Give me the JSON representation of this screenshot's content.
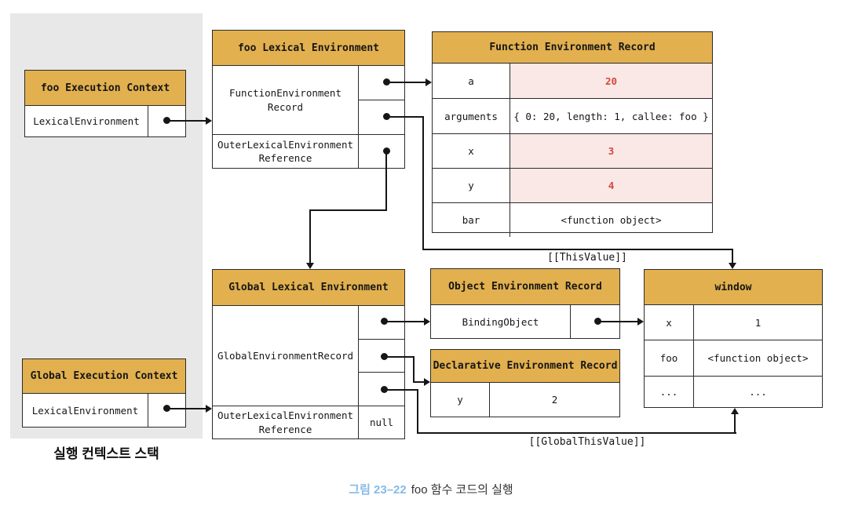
{
  "colors": {
    "gold": "#e2b04e",
    "pink": "#f9e8e5",
    "red": "#d6453c",
    "panel": "#e9e8e8",
    "blue": "#85bbe8",
    "ink": "#2b2b2b",
    "line": "#161616"
  },
  "stack": {
    "label": "실행 컨텍스트 스택"
  },
  "caption": {
    "figure": "그림 23–22",
    "text": "foo 함수 코드의 실행"
  },
  "foo_ec": {
    "title": "foo Execution Context",
    "row": "LexicalEnvironment"
  },
  "global_ec": {
    "title": "Global Execution Context",
    "row": "LexicalEnvironment"
  },
  "foo_le": {
    "title": "foo Lexical Environment",
    "row1": "FunctionEnvironment\nRecord",
    "row2": "OuterLexicalEnvironment\nReference"
  },
  "global_le": {
    "title": "Global Lexical Environment",
    "row1": "GlobalEnvironmentRecord",
    "row2": "OuterLexicalEnvironment\nReference",
    "outer_ref_value": "null"
  },
  "fer": {
    "title": "Function Environment Record",
    "rows": [
      {
        "key": "a",
        "value": "20"
      },
      {
        "key": "arguments",
        "value": "{ 0: 20, length: 1, callee: foo }"
      },
      {
        "key": "x",
        "value": "3"
      },
      {
        "key": "y",
        "value": "4"
      },
      {
        "key": "bar",
        "value": "<function object>"
      }
    ]
  },
  "oer": {
    "title": "Object Environment Record",
    "row": "BindingObject"
  },
  "der": {
    "title": "Declarative Environment Record",
    "rows": [
      {
        "key": "y",
        "value": "2"
      }
    ]
  },
  "window_obj": {
    "title": "window",
    "rows": [
      {
        "key": "x",
        "value": "1"
      },
      {
        "key": "foo",
        "value": "<function object>"
      },
      {
        "key": "...",
        "value": "..."
      }
    ]
  },
  "edge_labels": {
    "this_value": "[[ThisValue]]",
    "global_this_value": "[[GlobalThisValue]]"
  }
}
